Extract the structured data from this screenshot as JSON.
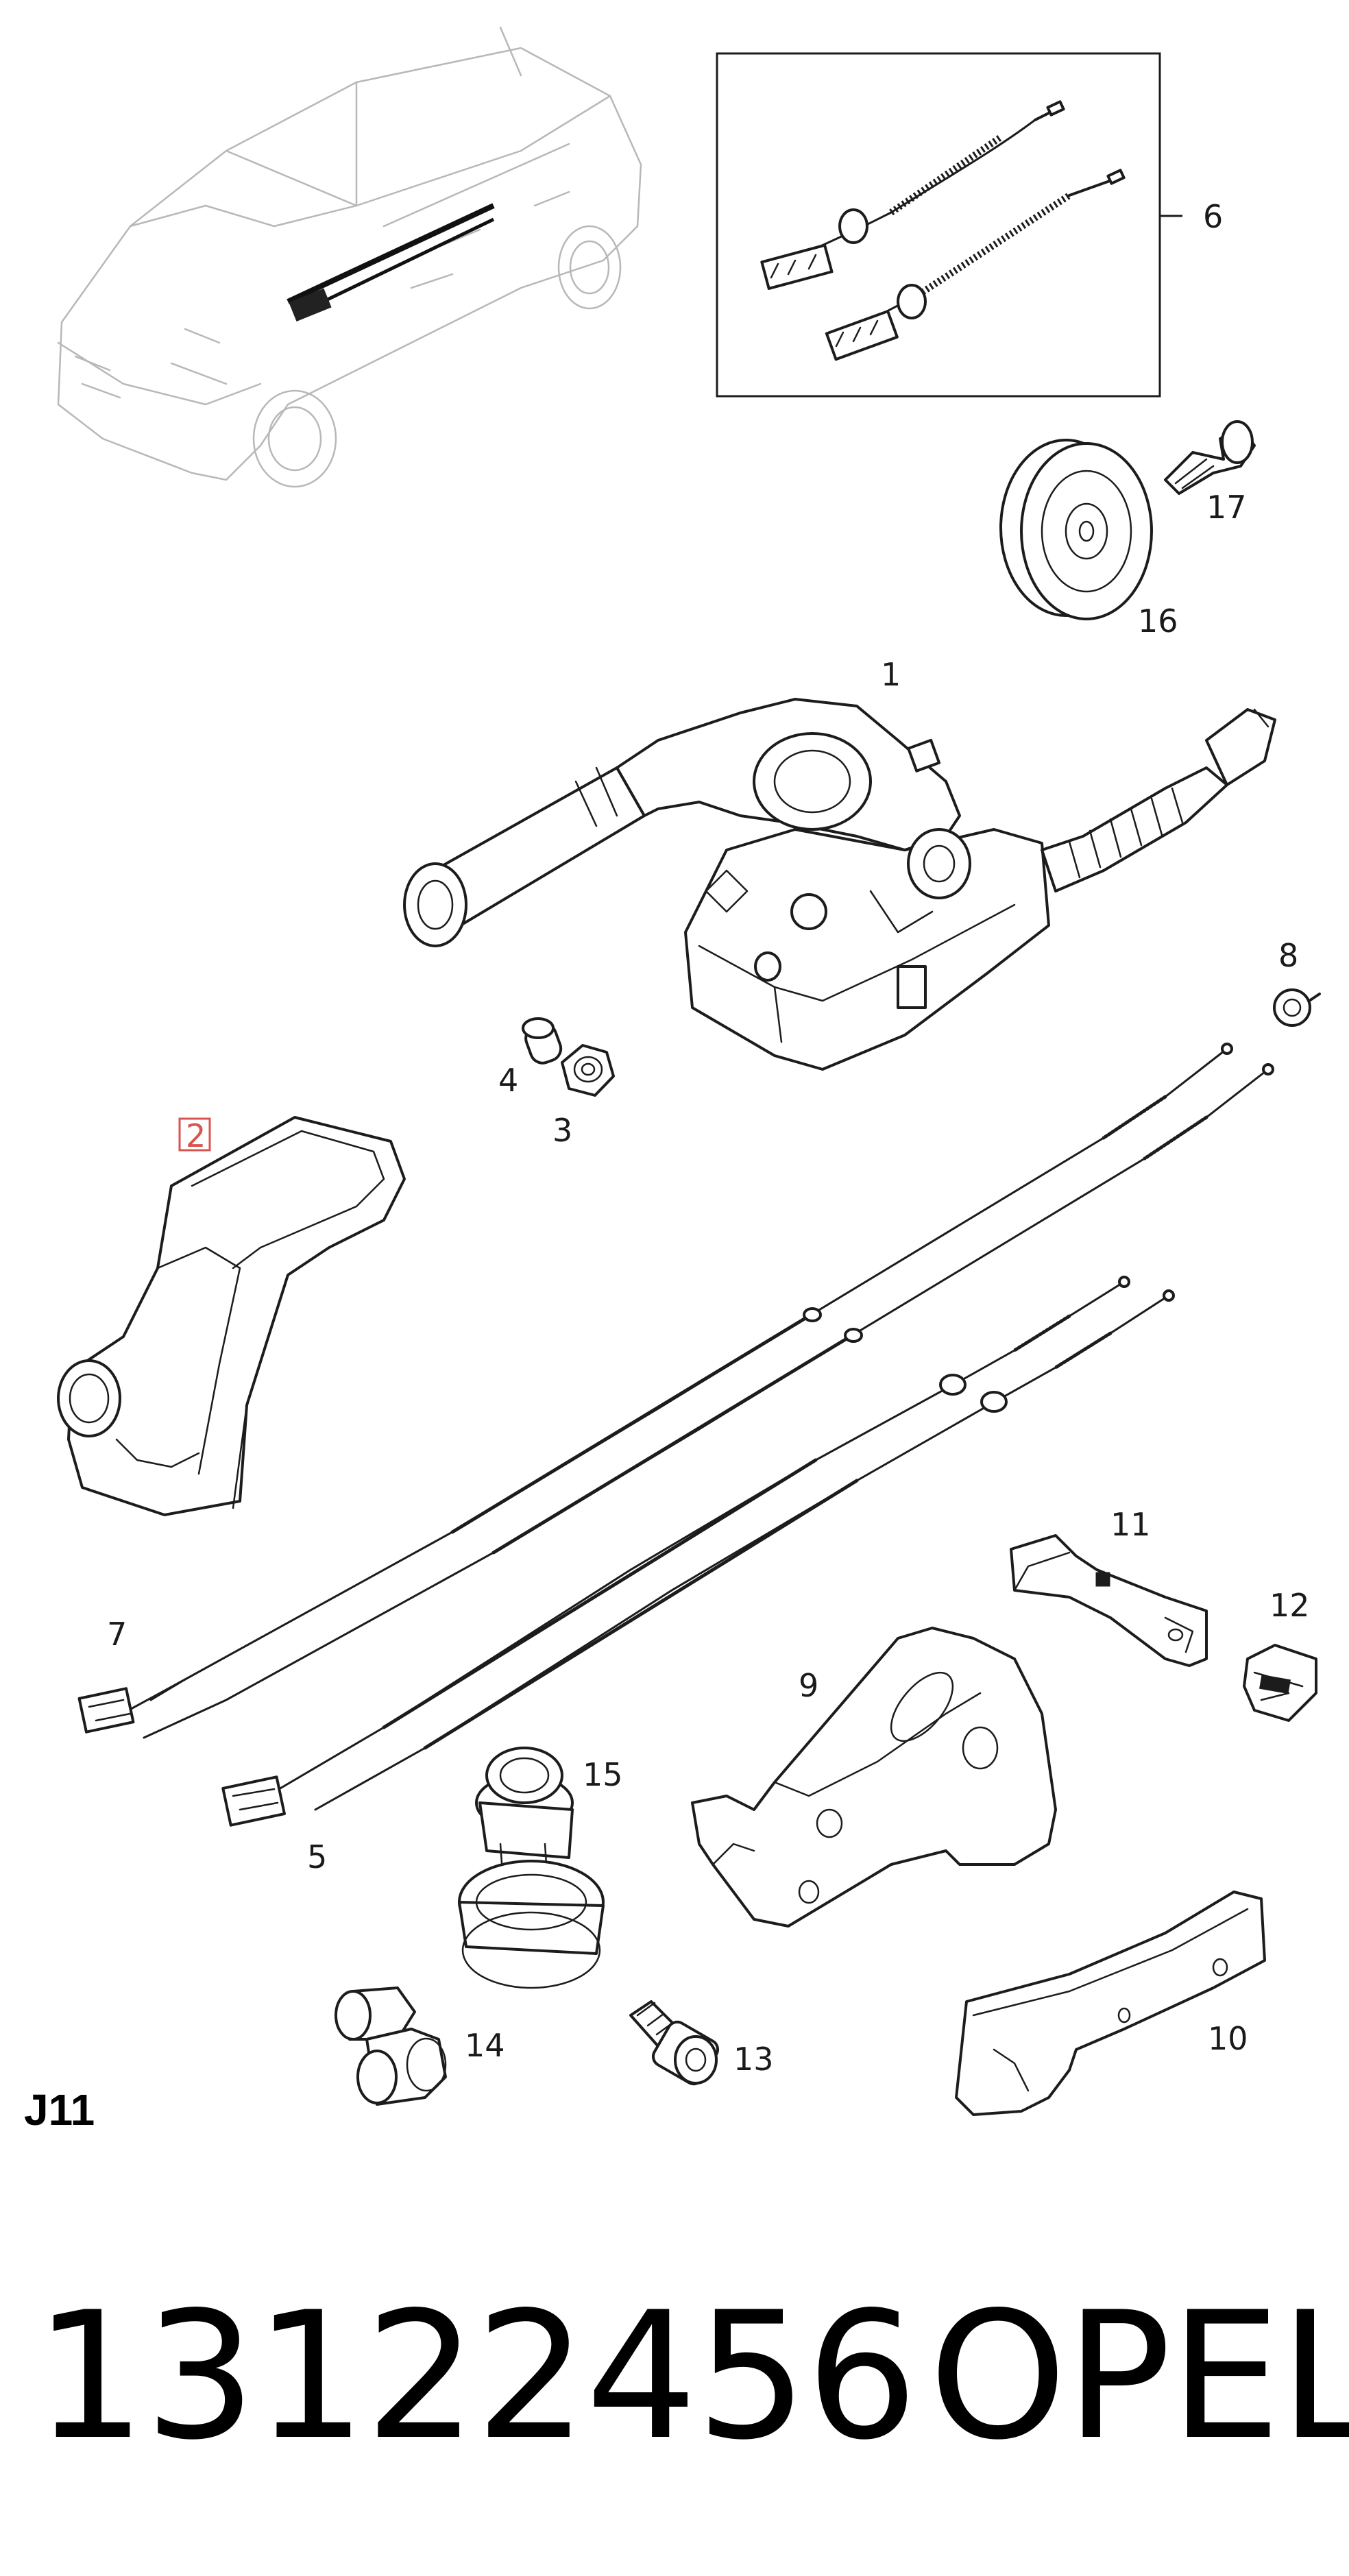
{
  "diagram": {
    "callouts": {
      "c1": "1",
      "c2": "2",
      "c3": "3",
      "c4": "4",
      "c5": "5",
      "c6": "6",
      "c7": "7",
      "c8": "8",
      "c9": "9",
      "c10": "10",
      "c11": "11",
      "c12": "12",
      "c13": "13",
      "c14": "14",
      "c15": "15",
      "c16": "16",
      "c17": "17"
    },
    "highlighted_callout": "2",
    "highlight_color": "#d9534f",
    "section_code": "J11"
  },
  "footer": {
    "part_number": "13122456",
    "brand": "OPEL"
  }
}
